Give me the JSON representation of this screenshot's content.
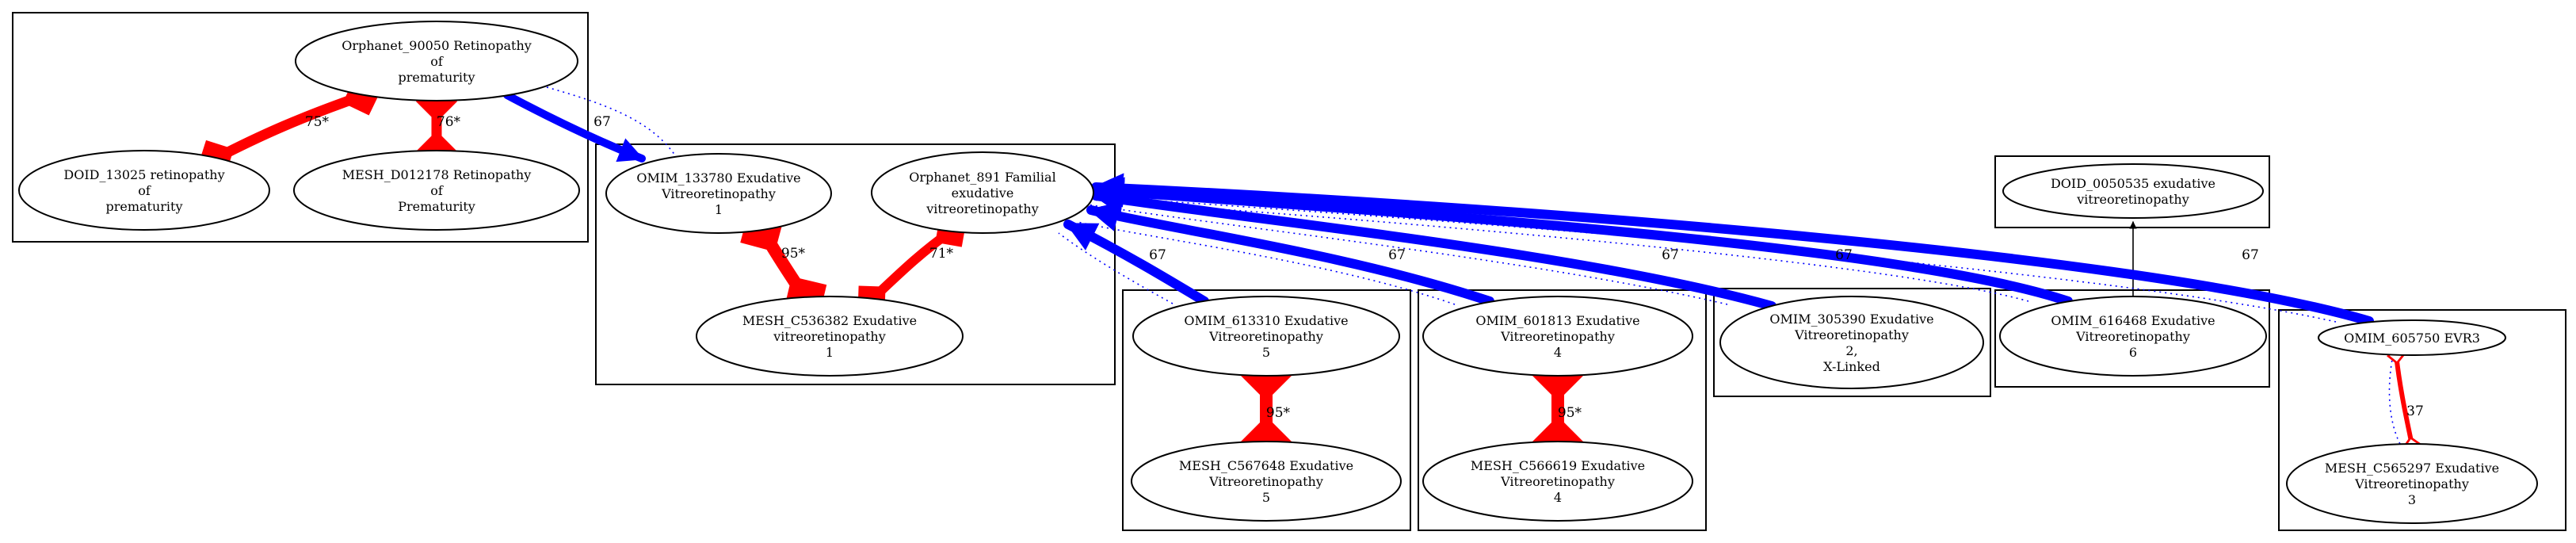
{
  "nodes": {
    "orphanet_90050": {
      "lines": [
        "Orphanet_90050 Retinopathy",
        "of",
        "prematurity"
      ]
    },
    "doid_13025": {
      "lines": [
        "DOID_13025 retinopathy",
        "of",
        "prematurity"
      ]
    },
    "mesh_d012178": {
      "lines": [
        "MESH_D012178 Retinopathy",
        "of",
        "Prematurity"
      ]
    },
    "omim_133780": {
      "lines": [
        "OMIM_133780 Exudative",
        "Vitreoretinopathy",
        "1"
      ]
    },
    "orphanet_891": {
      "lines": [
        "Orphanet_891 Familial",
        "exudative",
        "vitreoretinopathy"
      ]
    },
    "mesh_c536382": {
      "lines": [
        "MESH_C536382 Exudative",
        "vitreoretinopathy",
        "1"
      ]
    },
    "omim_613310": {
      "lines": [
        "OMIM_613310 Exudative",
        "Vitreoretinopathy",
        "5"
      ]
    },
    "mesh_c567648": {
      "lines": [
        "MESH_C567648 Exudative",
        "Vitreoretinopathy",
        "5"
      ]
    },
    "omim_601813": {
      "lines": [
        "OMIM_601813 Exudative",
        "Vitreoretinopathy",
        "4"
      ]
    },
    "mesh_c566619": {
      "lines": [
        "MESH_C566619 Exudative",
        "Vitreoretinopathy",
        "4"
      ]
    },
    "omim_305390": {
      "lines": [
        "OMIM_305390 Exudative",
        "Vitreoretinopathy",
        "2,",
        "X-Linked"
      ]
    },
    "doid_0050535": {
      "lines": [
        "DOID_0050535 exudative",
        "vitreoretinopathy"
      ]
    },
    "omim_616468": {
      "lines": [
        "OMIM_616468 Exudative",
        "Vitreoretinopathy",
        "6"
      ]
    },
    "omim_605750": {
      "lines": [
        "OMIM_605750 EVR3"
      ]
    },
    "mesh_c565297": {
      "lines": [
        "MESH_C565297 Exudative",
        "Vitreoretinopathy",
        "3"
      ]
    }
  },
  "edges": [
    {
      "from": "orphanet_90050",
      "to": "doid_13025",
      "label": "75*",
      "color": "#ff0000",
      "style": "bidirectional-diamond"
    },
    {
      "from": "orphanet_90050",
      "to": "mesh_d012178",
      "label": "76*",
      "color": "#ff0000",
      "style": "bidirectional-diamond"
    },
    {
      "from": "orphanet_90050",
      "to": "omim_133780",
      "label": "67",
      "color": "#0000ff",
      "style": "arrow-dotted"
    },
    {
      "from": "omim_133780",
      "to": "mesh_c536382",
      "label": "95*",
      "color": "#ff0000",
      "style": "bidirectional-diamond"
    },
    {
      "from": "orphanet_891",
      "to": "mesh_c536382",
      "label": "71*",
      "color": "#ff0000",
      "style": "bidirectional-diamond"
    },
    {
      "from": "omim_613310",
      "to": "orphanet_891",
      "label": "67",
      "color": "#0000ff",
      "style": "arrow-dotted"
    },
    {
      "from": "omim_613310",
      "to": "mesh_c567648",
      "label": "95*",
      "color": "#ff0000",
      "style": "bidirectional-diamond"
    },
    {
      "from": "omim_601813",
      "to": "orphanet_891",
      "label": "67",
      "color": "#0000ff",
      "style": "arrow-dotted"
    },
    {
      "from": "omim_601813",
      "to": "mesh_c566619",
      "label": "95*",
      "color": "#ff0000",
      "style": "bidirectional-diamond"
    },
    {
      "from": "omim_305390",
      "to": "orphanet_891",
      "label": "67",
      "color": "#0000ff",
      "style": "arrow-dotted"
    },
    {
      "from": "omim_616468",
      "to": "orphanet_891",
      "label": "67",
      "color": "#0000ff",
      "style": "arrow-dotted"
    },
    {
      "from": "omim_616468",
      "to": "doid_0050535",
      "label": "",
      "color": "#000000",
      "style": "arrow"
    },
    {
      "from": "omim_605750",
      "to": "orphanet_891",
      "label": "67",
      "color": "#0000ff",
      "style": "arrow-dotted"
    },
    {
      "from": "omim_605750",
      "to": "mesh_c565297",
      "label": "37",
      "color": "#ff0000",
      "style": "bidirectional-hollow-diamond"
    }
  ]
}
